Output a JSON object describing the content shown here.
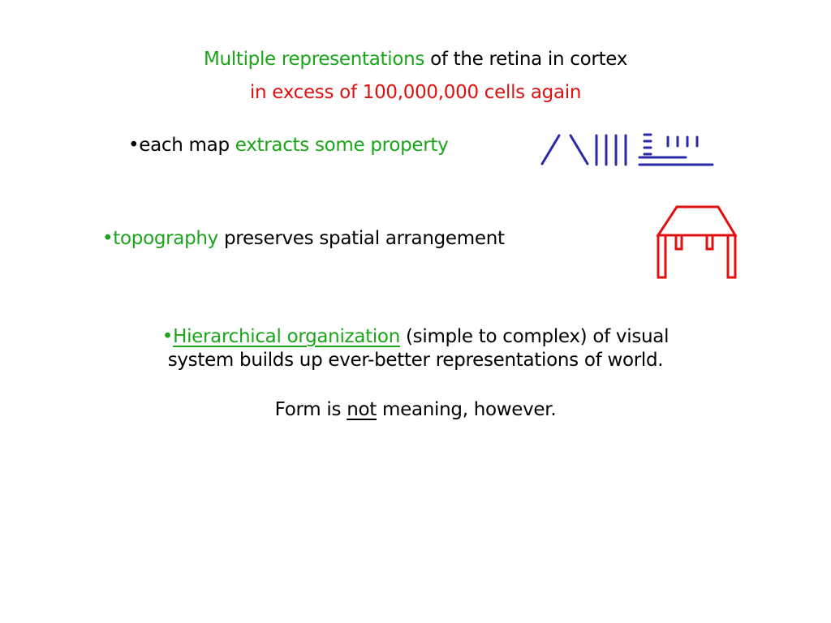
{
  "title": {
    "line1_highlight": "Multiple representations",
    "line1_rest": " of the retina in cortex",
    "line2": "in excess of 100,000,000 cells again"
  },
  "bullets": [
    {
      "marker": "•",
      "plain": "each map ",
      "highlight": "extracts some property"
    },
    {
      "marker": "•",
      "highlight": "topography",
      "plain": " preserves spatial arrangement"
    },
    {
      "marker": "•",
      "highlight": "Hierarchical organization",
      "rest_line1": " (simple to complex) of visual",
      "line2": "system builds up ever-better representations of world."
    }
  ],
  "closing": {
    "before": "Form is ",
    "emphasis": "not",
    "after": " meaning, however."
  },
  "colors": {
    "highlight_green": "#1aa51a",
    "highlight_red": "#e01010",
    "feature_lines_blue": "#2a2aa8",
    "house_red": "#e01010"
  }
}
